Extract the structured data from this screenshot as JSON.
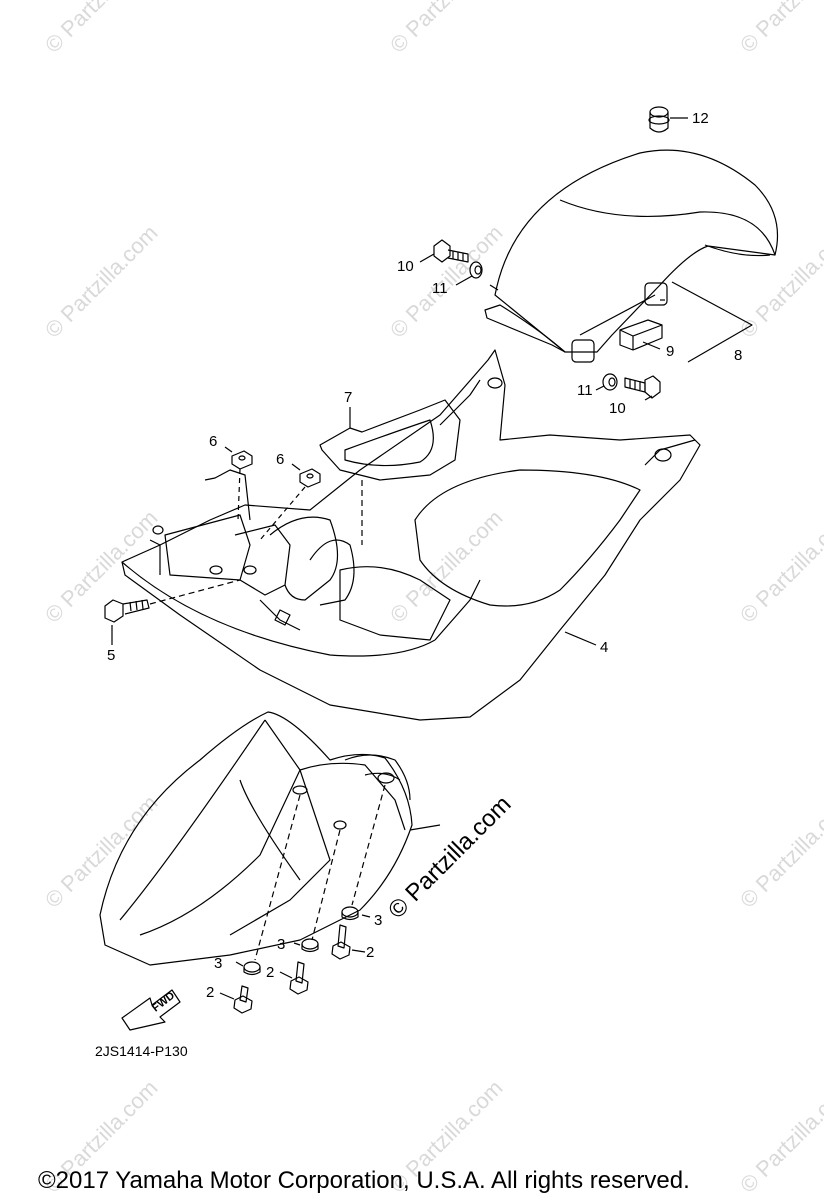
{
  "watermark_text": "© Partzilla.com",
  "center_watermark": "© Partzilla.com",
  "diagram_code": "2JS1414-P130",
  "fwd_label": "FWD",
  "copyright": "©2017  Yamaha Motor Corporation, U.S.A. All rights reserved.",
  "callouts": [
    "12",
    "10",
    "11",
    "8",
    "9",
    "11",
    "10",
    "7",
    "6",
    "6",
    "5",
    "4",
    "3",
    "3",
    "2",
    "3",
    "2",
    "2"
  ],
  "colors": {
    "line": "#000000",
    "watermark": "#d9d9d9",
    "background": "#ffffff"
  }
}
